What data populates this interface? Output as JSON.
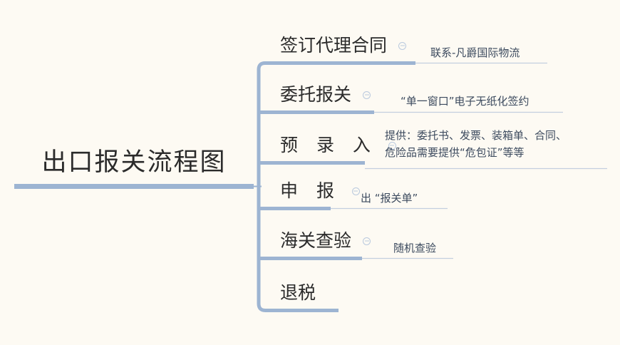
{
  "diagram": {
    "type": "mind-map",
    "title": "出口报关流程图",
    "background_color": "#fdfaf3",
    "accent_color": "#9db4d2",
    "text_color": "#2b2b2b",
    "sub_text_color": "#3c4a5e"
  },
  "root": {
    "label": "出口报关流程图"
  },
  "branches": [
    {
      "label": "签订代理合同",
      "has_collapse_toggle": true,
      "collapse_icon": "minus-circle-icon",
      "children": [
        {
          "lines": [
            "联系-凡爵国际物流"
          ]
        }
      ]
    },
    {
      "label": "委托报关",
      "has_collapse_toggle": true,
      "collapse_icon": "minus-circle-icon",
      "children": [
        {
          "lines": [
            "“单一窗口”电子无纸化签约"
          ]
        }
      ]
    },
    {
      "label": "预 录 入",
      "has_collapse_toggle": true,
      "collapse_icon": "minus-circle-icon",
      "children": [
        {
          "lines": [
            "提供：委托书、发票、装箱单、合同、",
            "危险品需要提供“危包证”等等"
          ]
        }
      ]
    },
    {
      "label": "申 报",
      "has_collapse_toggle": true,
      "collapse_icon": "minus-circle-icon",
      "children": [
        {
          "lines": [
            "出 “报关单”"
          ]
        }
      ]
    },
    {
      "label": "海关查验",
      "has_collapse_toggle": true,
      "collapse_icon": "minus-circle-icon",
      "children": [
        {
          "lines": [
            "随机查验"
          ]
        }
      ]
    },
    {
      "label": "退税",
      "has_collapse_toggle": false,
      "collapse_icon": "",
      "children": []
    }
  ]
}
